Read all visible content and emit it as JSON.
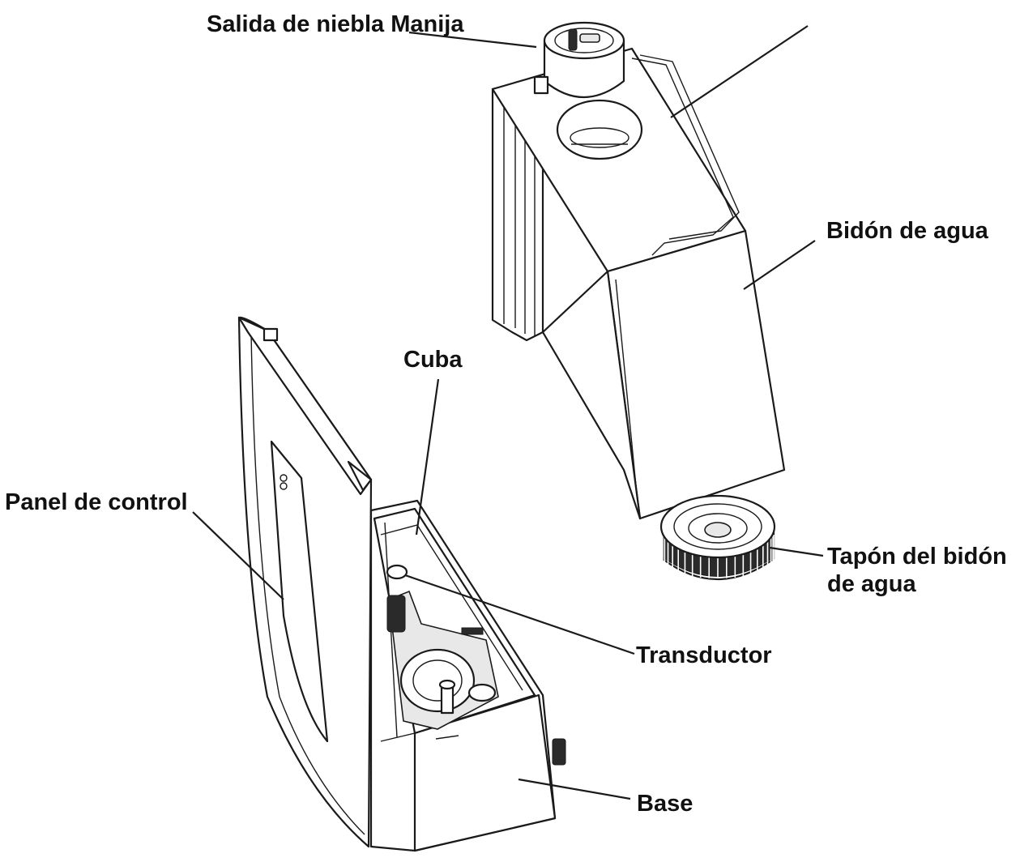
{
  "labels": {
    "mist_outlet_handle": "Salida de niebla Manija",
    "water_tank": "Bidón de agua",
    "tank_cap_line1": "Tapón del bidón",
    "tank_cap_line2": "de agua",
    "tray": "Cuba",
    "control_panel": "Panel de control",
    "transducer": "Transductor",
    "base": "Base"
  },
  "colors": {
    "line": "#1a1a1a",
    "text": "#111111",
    "background": "#ffffff"
  }
}
